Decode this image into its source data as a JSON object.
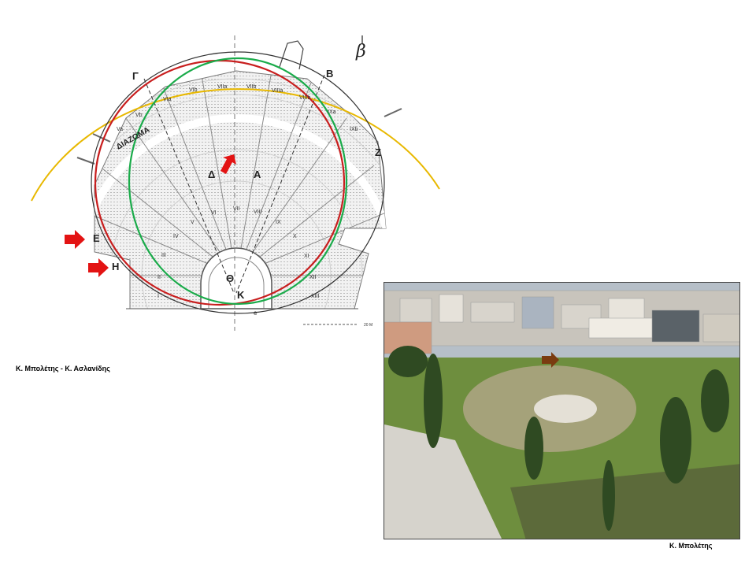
{
  "labels": {
    "gamma": "Γ",
    "beta": "Β",
    "zeta": "Ζ",
    "delta": "Δ",
    "alpha": "Α",
    "epsilon": "Ε",
    "eta": "Η",
    "theta": "Θ",
    "kappa": "Κ",
    "small_e": "e",
    "diazoma": "ΔΙΑΖΩΜΑ",
    "north_symbol": "β",
    "scale": "20 M"
  },
  "upper_wedges": [
    "Va",
    "Vb",
    "VIa",
    "VIb",
    "VIIa",
    "VIIb",
    "VIIIa",
    "VIIIb",
    "IXa",
    "IXb"
  ],
  "lower_wedges": [
    "I",
    "II",
    "III",
    "IV",
    "V",
    "VI",
    "VII",
    "VIII",
    "IX",
    "X",
    "XI",
    "XII",
    "XIII"
  ],
  "credits": {
    "plan": "Κ. Μπολέτης - Κ. Ασλανίδης",
    "photo": "Κ. Μπολέτης"
  },
  "colors": {
    "yellow_arc": "#e8b800",
    "red_circle": "#c81e1e",
    "green_circle": "#1aab4a",
    "dark_circle": "#333333",
    "arrow_red": "#e31313",
    "arrow_brown": "#7a3b10"
  }
}
